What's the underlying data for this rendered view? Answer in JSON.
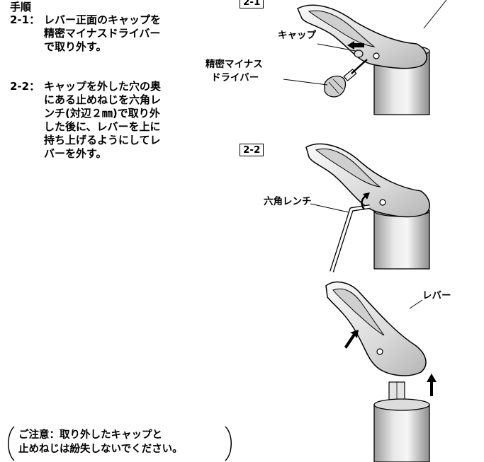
{
  "procedure": {
    "heading": "手順",
    "steps": [
      {
        "number": "2-1：",
        "lines": [
          "レバー正面のキャップを",
          "精密マイナスドライバー",
          "で取り外す。"
        ]
      },
      {
        "number": "2-2：",
        "lines": [
          "キャップを外した穴の奥",
          "にある止めねじを六角レ",
          "ンチ(対辺２㎜)で取り外",
          "した後に、レバーを上に",
          "持ち上げるようにしてレ",
          "バーを外す。"
        ]
      }
    ]
  },
  "caution": {
    "lines": [
      "ご注意：取り外したキャップと",
      "止めねじは紛失しないでください。"
    ]
  },
  "figures": {
    "fig1_label": "2-1",
    "fig2_label": "2-2",
    "cap_label": "キャップ",
    "screwdriver_label_line1": "精密マイナス",
    "screwdriver_label_line2": "ドライバー",
    "hex_wrench_label": "六角レンチ",
    "lever_label": "レバー"
  }
}
